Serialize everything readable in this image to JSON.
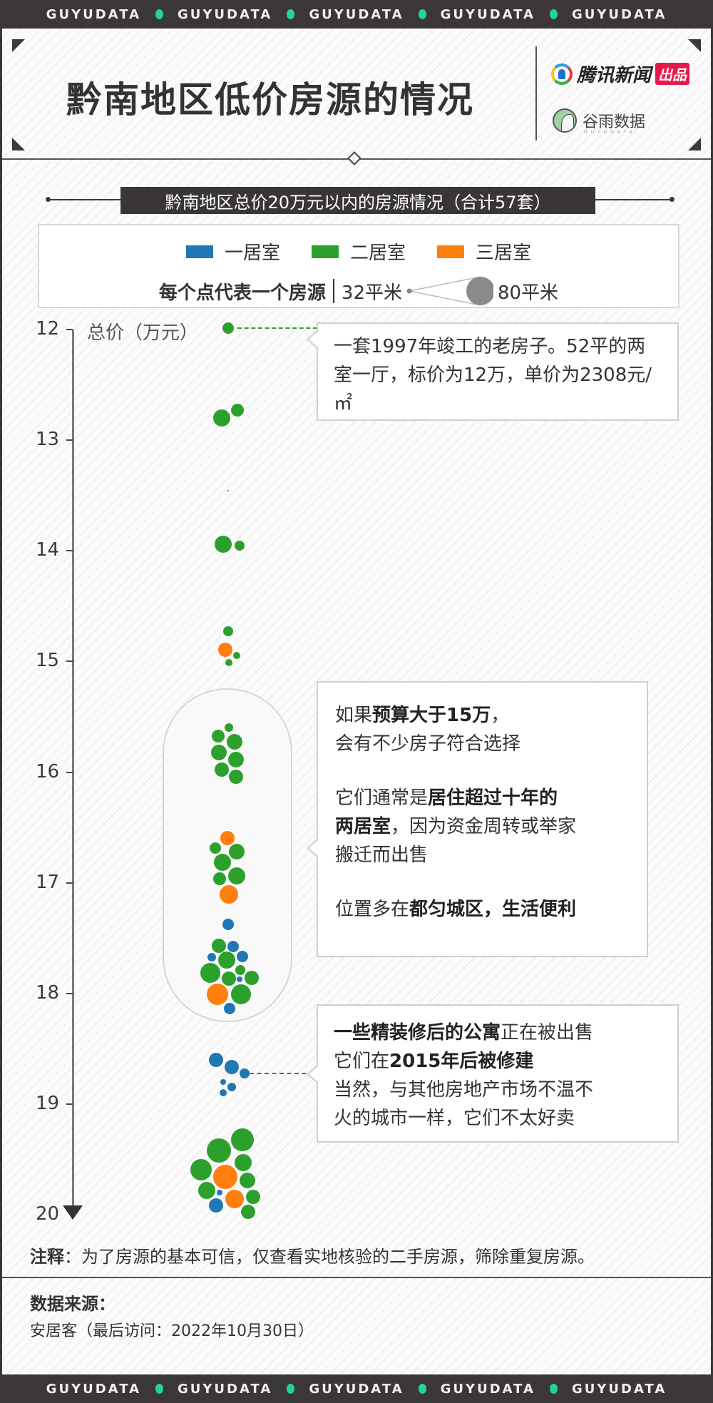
{
  "banner": {
    "word": "GUYUDATA",
    "repeat": 5,
    "dot_color": "#22d3a0"
  },
  "header": {
    "title": "黔南地区低价房源的情况",
    "logo_tencent": {
      "name": "腾讯新闻",
      "badge": "出品"
    },
    "logo_guyu": {
      "name": "谷雨数据",
      "sub": "GUYUDATA"
    }
  },
  "subtitle": "黔南地区总价20万元以内的房源情况（合计57套）",
  "legend": {
    "items": [
      {
        "label": "一居室",
        "color": "#1f77b4"
      },
      {
        "label": "二居室",
        "color": "#2ca02c"
      },
      {
        "label": "三居室",
        "color": "#ff7f0e"
      }
    ],
    "size_caption": "每个点代表一个房源",
    "size_min": "32平米",
    "size_max": "80平米"
  },
  "axis": {
    "title": "总价（万元）",
    "ticks": [
      "12",
      "13",
      "14",
      "15",
      "16",
      "17",
      "18",
      "19",
      "20"
    ]
  },
  "callouts": {
    "c1": {
      "text": "一套1997年竣工的老房子。52平的两室一厅，标价为12万，单价为2308元/㎡"
    },
    "c2": {
      "l1a": "如果",
      "l1b": "预算大于15万",
      "l1c": "，",
      "l2": "会有不少房子符合选择",
      "l3a": "它们通常是",
      "l3b": "居住超过十年的",
      "l4a": "两居室",
      "l4b": "，因为资金周转或举家",
      "l5": "搬迁而出售",
      "l6a": "位置多在",
      "l6b": "都匀城区，生活便利"
    },
    "c3": {
      "l1a": "一些精装修后的公寓",
      "l1b": "正在被出售",
      "l2a": "它们在",
      "l2b": "2015年后被修建",
      "l3": "当然，与其他房地产市场不温不",
      "l4": "火的城市一样，它们不太好卖"
    }
  },
  "footer": {
    "note_label": "注释",
    "note_text": "：为了房源的基本可信，仅查看实地核验的二手房源，筛除重复房源。",
    "source_title": "数据来源：",
    "source_text": "安居客（最后访问：2022年10月30日）"
  },
  "chart_data": {
    "type": "scatter",
    "title": "黔南地区总价20万元以内的房源情况（合计57套）",
    "xlabel": "",
    "ylabel": "总价（万元）",
    "ylim": [
      12,
      20
    ],
    "y_inverted": true,
    "size_encoding": {
      "min_area_sqm": 32,
      "max_area_sqm": 80
    },
    "legend": [
      "一居室",
      "二居室",
      "三居室"
    ],
    "series": [
      {
        "name": "一居室",
        "color": "#1f77b4",
        "points_price": [
          17.4,
          17.6,
          17.7,
          17.8,
          17.9,
          18.2,
          18.65,
          18.7,
          18.75,
          18.85,
          18.9,
          18.95,
          19.8,
          19.95
        ]
      },
      {
        "name": "二居室",
        "color": "#2ca02c",
        "points_price": [
          12.0,
          12.8,
          12.75,
          13.95,
          13.97,
          14.75,
          15.05,
          14.98,
          15.63,
          15.7,
          15.77,
          15.85,
          15.93,
          16.0,
          16.07,
          16.73,
          16.76,
          16.88,
          17.0,
          16.98,
          17.6,
          17.7,
          17.85,
          17.82,
          17.92,
          17.9,
          18.05,
          19.35,
          19.45,
          19.55,
          19.62,
          19.78,
          19.82,
          19.95,
          19.92,
          20.0
        ]
      },
      {
        "name": "三居室",
        "color": "#ff7f0e",
        "points_price": [
          14.93,
          16.62,
          17.13,
          18.05,
          19.7,
          19.9
        ]
      }
    ],
    "annotations": [
      {
        "at": 12,
        "text": "一套1997年竣工的老房子。52平的两室一厅，标价为12万，单价为2308元/㎡"
      },
      {
        "at": 16.7,
        "text": "如果预算大于15万，会有不少房子符合选择"
      },
      {
        "at": 18.75,
        "text": "一些精装修后的公寓正在被出售 它们在2015年后被修建"
      }
    ]
  }
}
